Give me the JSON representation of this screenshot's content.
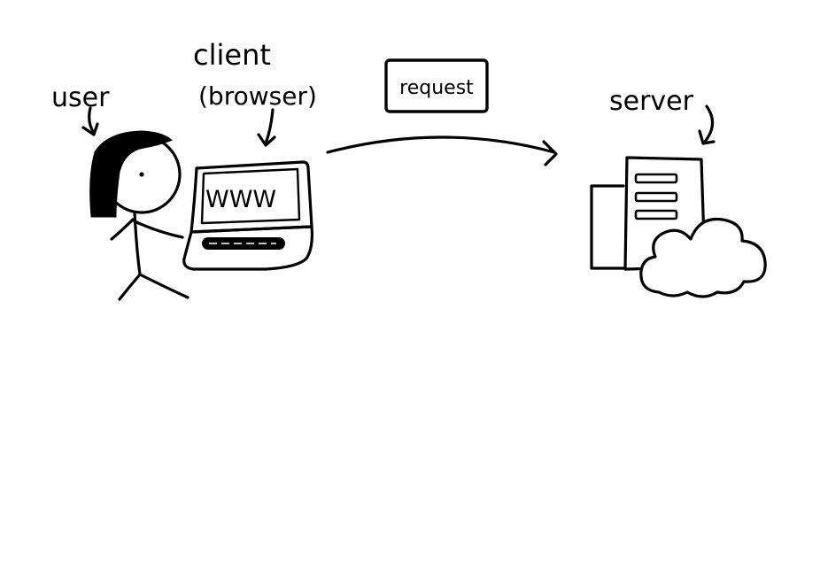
{
  "labels": {
    "user": "user",
    "client": "client",
    "browser": "(browser)",
    "request": "request",
    "server": "server",
    "screen": "WWW"
  },
  "icons": [
    "person-icon",
    "laptop-icon",
    "server-icon",
    "cloud-icon",
    "arrow-icon"
  ],
  "colors": {
    "ink": "#000000",
    "background": "#ffffff"
  }
}
